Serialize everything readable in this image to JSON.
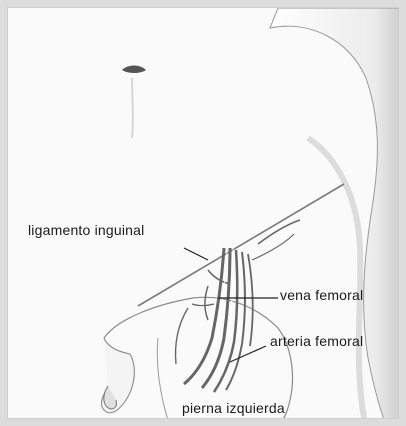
{
  "labels": {
    "ligamento": "ligamento inguinal",
    "vena": "vena femoral",
    "arteria": "arteria femoral",
    "pierna": "pierna izquierda"
  },
  "colors": {
    "background": "#fafafa",
    "frame": "#dcdcdc",
    "ink": "#1a1a1a"
  }
}
